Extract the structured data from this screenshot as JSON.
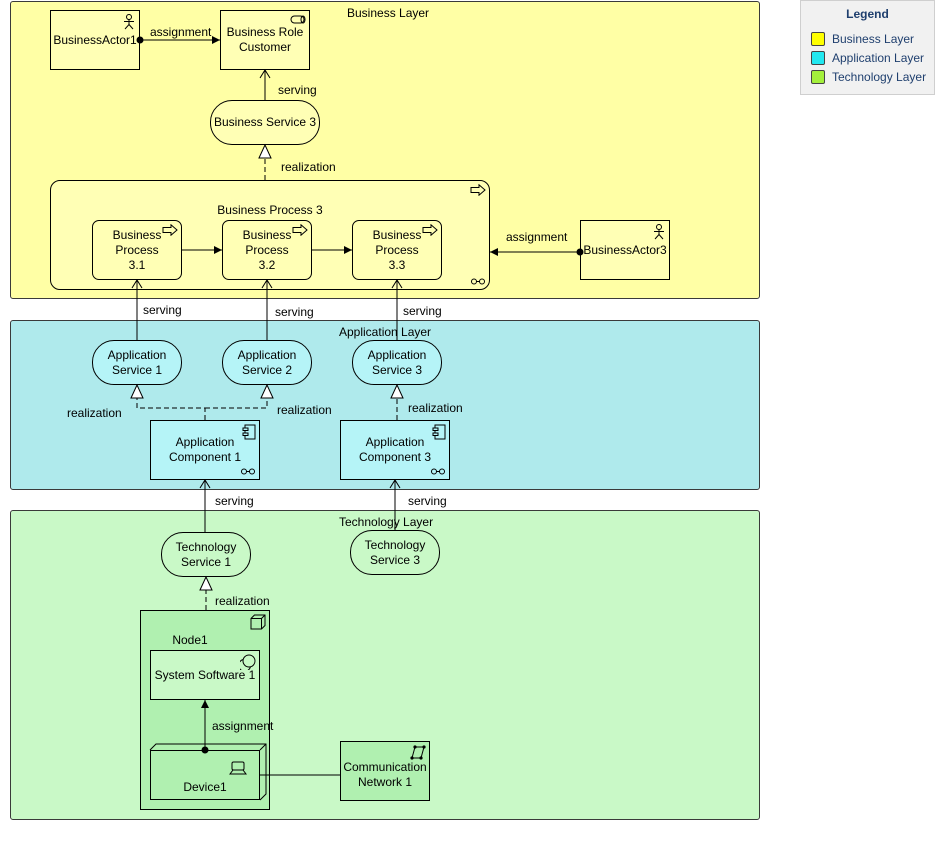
{
  "layers": {
    "business": {
      "title": "Business Layer",
      "color": "#ffffa5"
    },
    "application": {
      "title": "Application Layer",
      "color": "#afeaec"
    },
    "technology": {
      "title": "Technology Layer",
      "color": "#c9f9c7"
    }
  },
  "elements": {
    "business_actor_1": "BusinessActor1",
    "business_role": "Business Role\nCustomer",
    "business_service_3": "Business Service 3",
    "business_process_3": "Business Process 3",
    "business_process_3_1": "Business Process\n3.1",
    "business_process_3_2": "Business Process\n3.2",
    "business_process_3_3": "Business Process\n3.3",
    "business_actor_3": "BusinessActor3",
    "app_service_1": "Application\nService 1",
    "app_service_2": "Application\nService 2",
    "app_service_3": "Application\nService 3",
    "app_component_1": "Application\nComponent 1",
    "app_component_3": "Application\nComponent 3",
    "tech_service_1": "Technology\nService 1",
    "tech_service_3": "Technology\nService 3",
    "node_1": "Node1",
    "system_software_1": "System Software 1",
    "device_1": "Device1",
    "comm_network_1": "Communication\nNetwork 1"
  },
  "relations": {
    "actor1_role": "assignment",
    "service3_role": "serving",
    "process3_service3": "realization",
    "actor3_process3": "assignment",
    "as1_bp31": "serving",
    "as2_bp32": "serving",
    "as3_bp33": "serving",
    "ac1_as1": "realization",
    "ac1_as2": "realization",
    "ac3_as3": "realization",
    "ts1_ac1": "serving",
    "ts3_ac3": "serving",
    "node1_ts1": "realization",
    "device_syssw": "assignment"
  },
  "legend": {
    "title": "Legend",
    "items": [
      {
        "label": "Business Layer",
        "color": "#ffff00"
      },
      {
        "label": "Application Layer",
        "color": "#22e8f0"
      },
      {
        "label": "Technology Layer",
        "color": "#a4f03c"
      }
    ]
  },
  "colors": {
    "business_element": "#ffffb5",
    "application_element": "#b5f4f7",
    "technology_element": "#c9f9c7",
    "technology_node": "#b0f0b0"
  }
}
